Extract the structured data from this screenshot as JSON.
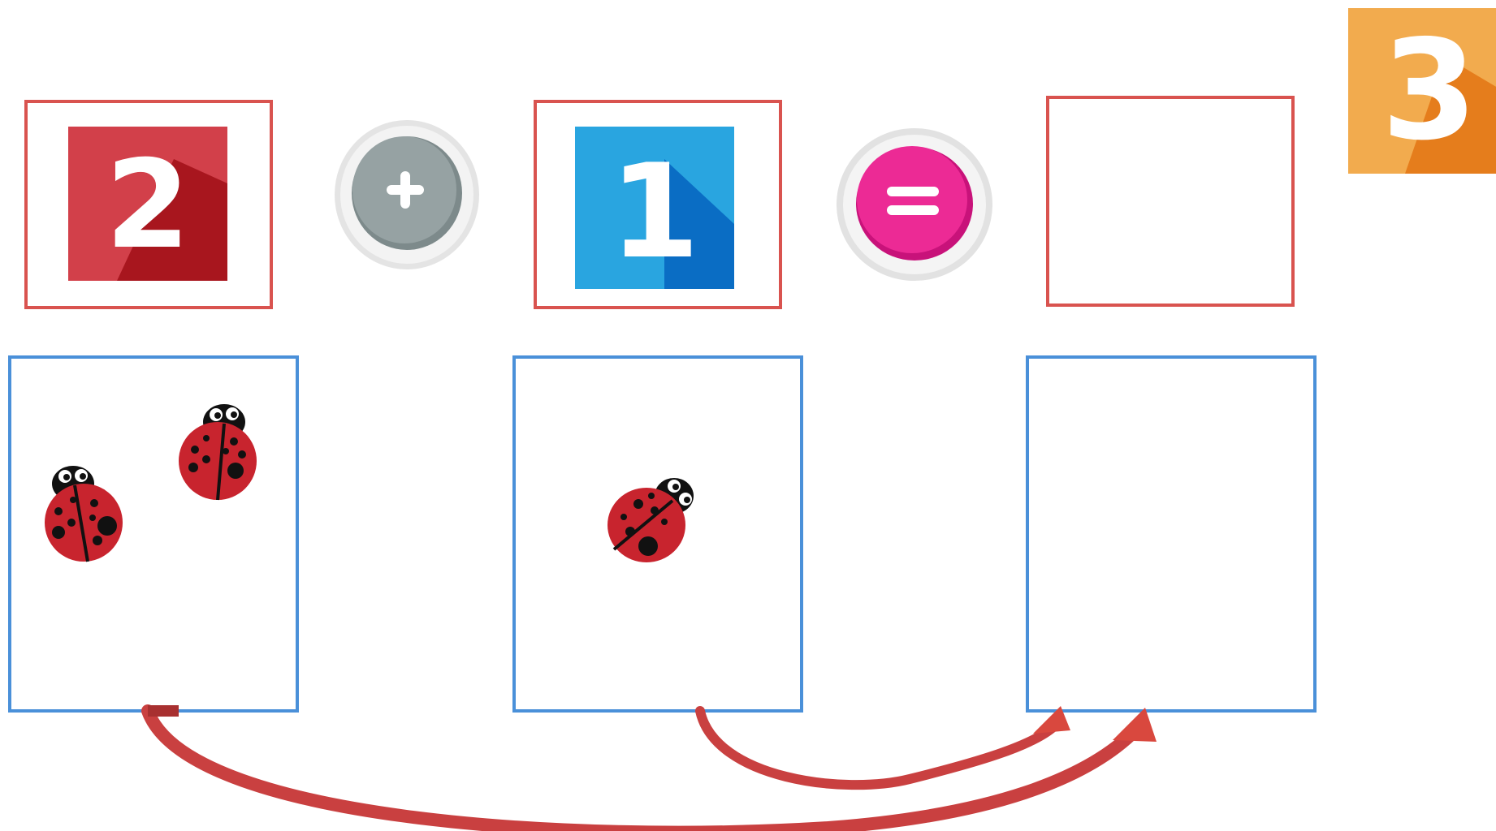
{
  "equation": {
    "first_number": "2",
    "operator_plus": "+",
    "second_number": "1",
    "operator_equals": "=",
    "answer_number": ""
  },
  "badge": {
    "number": "3"
  },
  "counters": {
    "first_count": 2,
    "second_count": 1,
    "answer_count": 0
  },
  "colors": {
    "red_frame": "#d9534f",
    "blue_frame": "#4a90d9",
    "tile_red": "#c8262c",
    "tile_blue": "#1e9ad9",
    "badge_orange": "#f0a040",
    "plus_gray": "#8f9a9b",
    "equals_pink": "#e6198c",
    "arrow_red": "#c94040"
  }
}
